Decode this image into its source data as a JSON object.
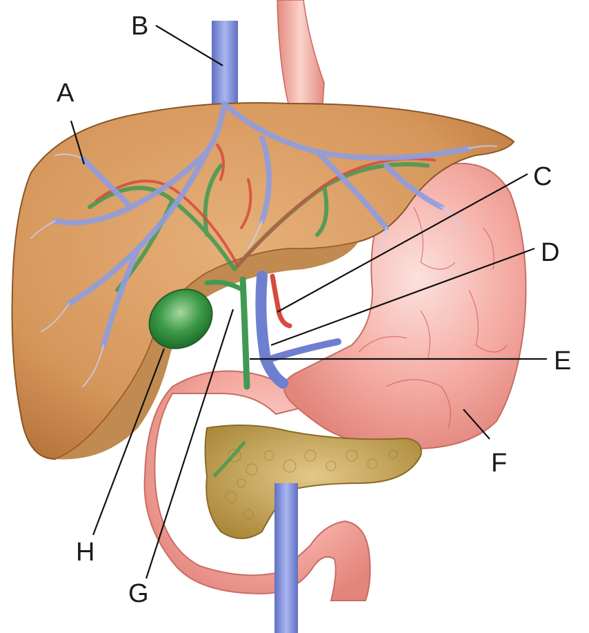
{
  "labels": {
    "a": "A",
    "b": "B",
    "c": "C",
    "d": "D",
    "e": "E",
    "f": "F",
    "g": "G",
    "h": "H"
  },
  "colors": {
    "liver": "#d79a5c",
    "liver_shadow": "#b97838",
    "vein": "#7f8fd6",
    "artery": "#d84a3e",
    "bile": "#3f9a52",
    "gallbladder": "#2f8f3e",
    "stomach": "#f2a7a0",
    "pancreas": "#c9a55a",
    "esophagus": "#f0a39a"
  }
}
